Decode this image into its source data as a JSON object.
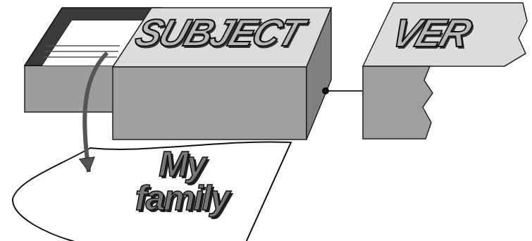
{
  "diagram": {
    "nodes": [
      {
        "text": [
          "SUBJECT"
        ]
      },
      {
        "text": [
          "VER"
        ]
      },
      {
        "text": [
          "My family"
        ]
      }
    ],
    "edges": [
      {
        "from": 0,
        "to": 1,
        "arrow": "none"
      },
      {
        "from": 0,
        "to": 2,
        "arrow": "to"
      }
    ]
  }
}
